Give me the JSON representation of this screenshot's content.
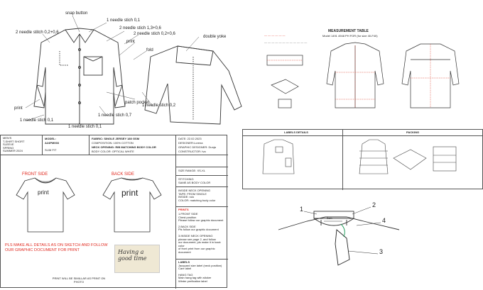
{
  "shirt_callouts": {
    "snap_button": "snap button",
    "stitch_needle_01_top": "1 needle stich 0,1",
    "stitch_2needle_02_06": "2 needle stitch 0,2+0,6",
    "stitch_2needle_13_06": "2 needle stich 1,3+0,6",
    "stitch_2needle_02_06_right": "2 needle stich 0,2+0,6",
    "double_yoke": "double yoke",
    "print_label": "print",
    "fold": "fold",
    "patch_pocket": "patch pocket",
    "stitch_needle_02": "1 needle stich 0,2",
    "print_left": "print",
    "stitch_needle_01_left": "1 needle stich 0,1",
    "stitch_needle_07": "1 needle stich 0,7",
    "stitch_needle_01_bottom": "1 needle stich 0,1"
  },
  "measurement": {
    "title": "MEASUREMENT TABLE",
    "subtitle": "Model 1491 4948 PH FOR (for size 40-F40)"
  },
  "packing_table": {
    "col1": "LABELS DETAILS",
    "col2": "PACKING"
  },
  "tech_sheet": {
    "header_left": [
      "MEN'S",
      "T-SHIRT SHORT",
      "SLEEVE",
      "SPRING",
      "SUMMER 2024"
    ],
    "model_label": "MODEL:",
    "model_value": "A24PM003",
    "fit": "SLIM FIT",
    "fabric": "FABRIC: SINGLE JERSEY 180 GSM",
    "composition": "COMPOSITION: 100% COTTON",
    "neck": "NECK OPENING: RIB MATCHING BODY COLOR",
    "body_color": "BODY COLOR: OPTICAL WHITE",
    "date": "DATE: 22.02.2023",
    "designer": "DESIGNER:Lorena",
    "graphic_designer": "GRAPHIC DESIGNER: Dunja",
    "constructor": "CONSTRUCTOR: Iva",
    "front_side": "FRONT SIDE",
    "back_side": "BACK SIDE",
    "print_front": "print",
    "print_back": "print",
    "instruction": "PLS MAKE ALL DETAILS AS ON SKETCH AND FOLLOW OUR GRAPHIC DOCUMENT FOR PRINT",
    "print_note": "PRINT WILL BE SIMILLAR AS PRINT ON PHOTO",
    "script_text": "Having a good time",
    "size_range": "SIZE RANGE: XS-XL",
    "stitching": [
      "STITCHING",
      "SAME AS BODY COLOR"
    ],
    "inside_neck": [
      "INSIDE NECK OPENING",
      "TAPE: FROM SINGLE",
      "INSIDE: rulo",
      "COLOR: matching body color"
    ],
    "prints_title": "PRINTS",
    "prints_body": [
      "1.FRONT SIDE",
      "Chest position",
      "Please follow our graphic document",
      "",
      "2.BACK SIDE",
      "Pls follow our graphic document",
      "",
      "3.INSIDE NECK OPENING",
      "please see page 2, and follow",
      "our document, pls make it in back color",
      "of front print from our graphic",
      "document"
    ],
    "labels": [
      "LABELS",
      "Jacquard size label (neck position)",
      "Care label",
      "",
      "HANG TAG",
      "Main hang tag with sticker",
      "Winter prefixation label"
    ]
  },
  "neck_detail": {
    "callouts": [
      "1",
      "2",
      "3",
      "4"
    ],
    "dim": "2cm"
  }
}
